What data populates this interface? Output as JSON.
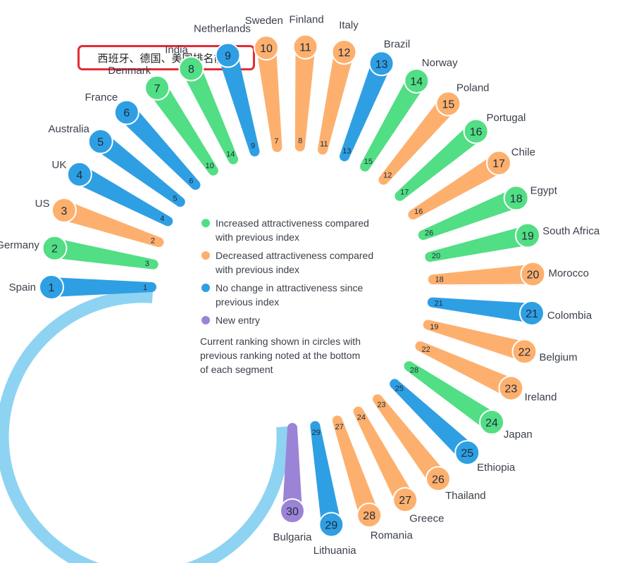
{
  "annotation": "西班牙、德国、美国排名前三",
  "legend": {
    "items": [
      {
        "key": "increased",
        "color": "#52de84",
        "lines": [
          "Increased attractiveness compared",
          "with previous index"
        ]
      },
      {
        "key": "decreased",
        "color": "#fdb06e",
        "lines": [
          "Decreased attractiveness compared",
          "with previous index"
        ]
      },
      {
        "key": "no_change",
        "color": "#2f9fe3",
        "lines": [
          "No change in attractiveness since",
          "previous index"
        ]
      },
      {
        "key": "new",
        "color": "#9b84d6",
        "lines": [
          "New entry"
        ]
      }
    ],
    "note": [
      "Current ranking shown in circles with",
      "previous ranking noted at the bottom",
      "of each segment"
    ]
  },
  "chart_data": {
    "type": "radial-bar",
    "title": "",
    "series": [
      {
        "name": "Increased attractiveness compared with previous index",
        "color": "#52de84"
      },
      {
        "name": "Decreased attractiveness compared with previous index",
        "color": "#fdb06e"
      },
      {
        "name": "No change in attractiveness since previous index",
        "color": "#2f9fe3"
      },
      {
        "name": "New entry",
        "color": "#9b84d6"
      }
    ],
    "ring_color": "#8ed3f2",
    "items": [
      {
        "country": "Spain",
        "rank": 1,
        "prev": "1",
        "status": "no_change"
      },
      {
        "country": "Germany",
        "rank": 2,
        "prev": "3",
        "status": "increased"
      },
      {
        "country": "US",
        "rank": 3,
        "prev": "2",
        "status": "decreased"
      },
      {
        "country": "UK",
        "rank": 4,
        "prev": "4",
        "status": "no_change"
      },
      {
        "country": "Australia",
        "rank": 5,
        "prev": "5",
        "status": "no_change"
      },
      {
        "country": "France",
        "rank": 6,
        "prev": "6",
        "status": "no_change"
      },
      {
        "country": "Denmark",
        "rank": 7,
        "prev": "10",
        "status": "increased"
      },
      {
        "country": "India",
        "rank": 8,
        "prev": "14",
        "status": "increased"
      },
      {
        "country": "Netherlands",
        "rank": 9,
        "prev": "9",
        "status": "no_change"
      },
      {
        "country": "Sweden",
        "rank": 10,
        "prev": "7",
        "status": "decreased"
      },
      {
        "country": "Finland",
        "rank": 11,
        "prev": "8",
        "status": "decreased"
      },
      {
        "country": "Italy",
        "rank": 12,
        "prev": "11",
        "status": "decreased"
      },
      {
        "country": "Brazil",
        "rank": 13,
        "prev": "13",
        "status": "no_change"
      },
      {
        "country": "Norway",
        "rank": 14,
        "prev": "15",
        "status": "increased"
      },
      {
        "country": "Poland",
        "rank": 15,
        "prev": "12",
        "status": "decreased"
      },
      {
        "country": "Portugal",
        "rank": 16,
        "prev": "17",
        "status": "increased"
      },
      {
        "country": "Chile",
        "rank": 17,
        "prev": "16",
        "status": "decreased"
      },
      {
        "country": "Egypt",
        "rank": 18,
        "prev": "26",
        "status": "increased"
      },
      {
        "country": "South Africa",
        "rank": 19,
        "prev": "20",
        "status": "increased"
      },
      {
        "country": "Morocco",
        "rank": 20,
        "prev": "18",
        "status": "decreased"
      },
      {
        "country": "Colombia",
        "rank": 21,
        "prev": "21",
        "status": "no_change"
      },
      {
        "country": "Belgium",
        "rank": 22,
        "prev": "19",
        "status": "decreased"
      },
      {
        "country": "Ireland",
        "rank": 23,
        "prev": "22",
        "status": "decreased"
      },
      {
        "country": "Japan",
        "rank": 24,
        "prev": "28",
        "status": "increased"
      },
      {
        "country": "Ethiopia",
        "rank": 25,
        "prev": "25",
        "status": "no_change"
      },
      {
        "country": "Thailand",
        "rank": 26,
        "prev": "23",
        "status": "decreased"
      },
      {
        "country": "Greece",
        "rank": 27,
        "prev": "24",
        "status": "decreased"
      },
      {
        "country": "Romania",
        "rank": 28,
        "prev": "27",
        "status": "decreased"
      },
      {
        "country": "Lithuania",
        "rank": 29,
        "prev": "29",
        "status": "no_change"
      },
      {
        "country": "Bulgaria",
        "rank": 30,
        "prev": "",
        "status": "new"
      }
    ]
  }
}
